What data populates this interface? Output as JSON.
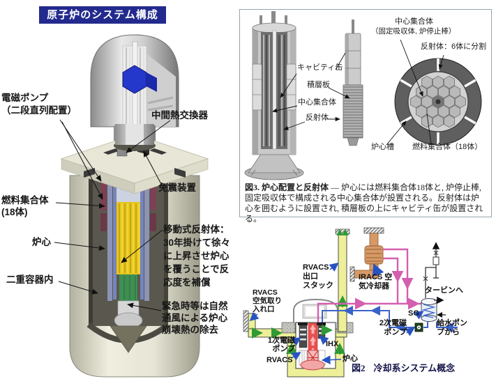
{
  "title_banner": {
    "text": "原子炉のシステム構成",
    "bg": "#232a8e",
    "fg": "#ffffff"
  },
  "reactor_diagram": {
    "labels": {
      "em_pump_1": "電磁ポンプ",
      "em_pump_2": "（二段直列配置）",
      "ihx": "中間熱交換器",
      "seismic_isolator": "免震装置",
      "fuel_1": "燃料集合体",
      "fuel_2": "(18体)",
      "core": "炉心",
      "double_vessel": "二重容器内",
      "reflector_note": [
        "移動式反射体：",
        "30年掛けて徐々",
        "に上昇させ炉心",
        "を覆うことで反",
        "応度を補償"
      ],
      "emergency_note": [
        "緊急時等は自然",
        "通風による炉心",
        "崩壊熱の除去"
      ]
    }
  },
  "figure3": {
    "labels": {
      "cavity_can": "キャビティ缶",
      "laminated_plate": "積層板",
      "center_assembly": "中心集合体",
      "reflector": "反射体",
      "cs_center_assembly_1": "中心集合体",
      "cs_center_assembly_2": "（固定吸収体, 炉停止棒）",
      "cs_reflector": "反射体：6体に分割",
      "core_barrel": "炉心槽",
      "fuel_assembly": "燃料集合体（18体）"
    },
    "caption": {
      "bold": "図3. 炉心配置と反射体",
      "dash": " — ",
      "text": "炉心には燃料集合体18体と, 炉停止棒, 固定吸収体で構成される中心集合体が設置される。反射体は炉心を囲むように設置され, 積層板の上にキャビティ缶が設置される。"
    }
  },
  "figure2": {
    "labels": {
      "rvacs_stack": [
        "RVACS",
        "出口",
        "スタック"
      ],
      "rvacs_intake": [
        "RVACS",
        "空気取り",
        "入れ口"
      ],
      "iracs": [
        "IRACS 空",
        "気冷却器"
      ],
      "turbine": "タービンへ",
      "sg": "SG",
      "secondary_pump": [
        "2次電磁",
        "ポンプ"
      ],
      "feedwater": [
        "給水ポン",
        "プから"
      ],
      "primary_pump": [
        "1次電磁",
        "ポンプ"
      ],
      "ihx": "IHX",
      "core": "炉心",
      "rvacs": "RVACS"
    },
    "caption": {
      "fig": "図2",
      "text": "冷却系システム概念"
    },
    "colors": {
      "duct": "#edf099",
      "hot_leg": "#d45fb0",
      "cold_leg": "#3a62c8",
      "air_arrow": "#2f9a35",
      "cooler": "#d79a66",
      "core_red": "#e04848"
    }
  }
}
